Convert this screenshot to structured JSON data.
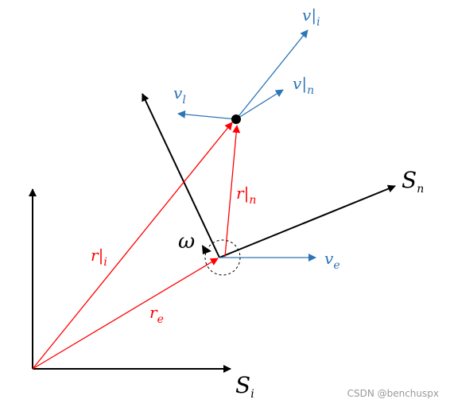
{
  "colors": {
    "black": "#000000",
    "red": "#ff0000",
    "blue": "#2e75b6"
  },
  "labels": {
    "omega": "ω",
    "S_n": {
      "base": "S",
      "sub": "n"
    },
    "S_i": {
      "base": "S",
      "sub": "i"
    },
    "r_i": {
      "base": "r",
      "bar": "|",
      "sub": "i"
    },
    "r_n": {
      "base": "r",
      "bar": "|",
      "sub": "n"
    },
    "r_e": {
      "base": "r",
      "sub": "e"
    },
    "v_i": {
      "base": "v",
      "bar": "|",
      "sub": "i"
    },
    "v_n": {
      "base": "v",
      "bar": "|",
      "sub": "n"
    },
    "v_l": {
      "base": "v",
      "sub": "l"
    },
    "v_e": {
      "base": "v",
      "sub": "e"
    }
  },
  "watermark": "CSDN @benchuspx"
}
